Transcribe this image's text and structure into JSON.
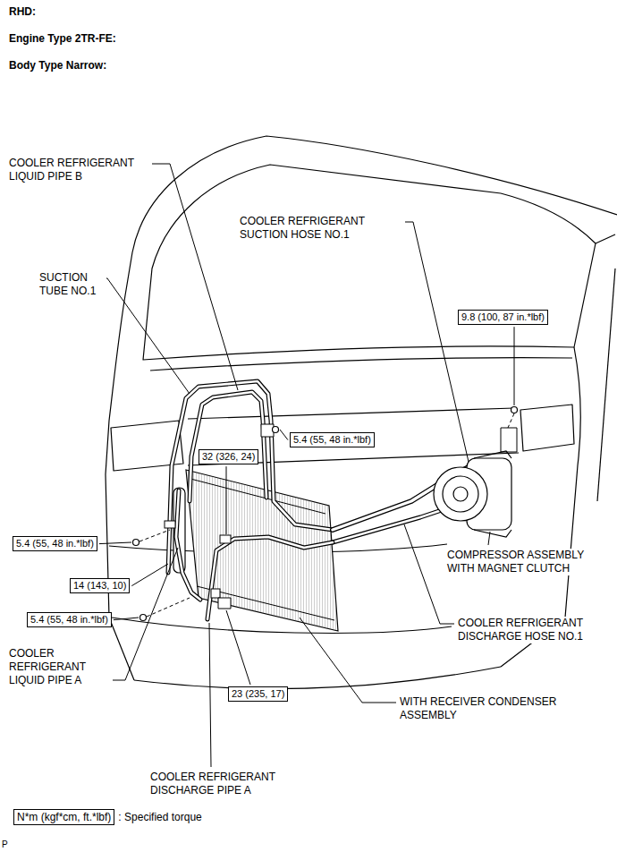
{
  "diagram": {
    "nodes": [
      {
        "text": [
          "9.8 (100, 87 in.*lbf)"
        ]
      },
      {
        "text": [
          "5.4 (55, 48 in.*lbf)"
        ]
      },
      {
        "text": [
          "32 (326, 24)"
        ]
      },
      {
        "text": [
          "5.4 (55, 48 in.*lbf)"
        ]
      },
      {
        "text": [
          "14 (143, 10)"
        ]
      },
      {
        "text": [
          "5.4 (55, 48 in.*lbf)"
        ]
      },
      {
        "text": [
          "23 (235, 17)"
        ]
      },
      {
        "text": [
          "N*m (kgf*cm, ft.*lbf)"
        ]
      }
    ],
    "labels": [
      "RHD:",
      "Engine Type 2TR-FE:",
      "Body Type Narrow:",
      "COOLER REFRIGERANT LIQUID PIPE B",
      "COOLER REFRIGERANT SUCTION HOSE NO.1",
      "SUCTION TUBE NO.1",
      "COMPRESSOR ASSEMBLY WITH MAGNET CLUTCH",
      "COOLER REFRIGERANT DISCHARGE HOSE NO.1",
      "COOLER REFRIGERANT LIQUID PIPE A",
      "WITH RECEIVER CONDENSER ASSEMBLY",
      "COOLER REFRIGERANT DISCHARGE PIPE A",
      "P"
    ],
    "legend": [
      {
        "text": ": Specified torque"
      }
    ]
  }
}
